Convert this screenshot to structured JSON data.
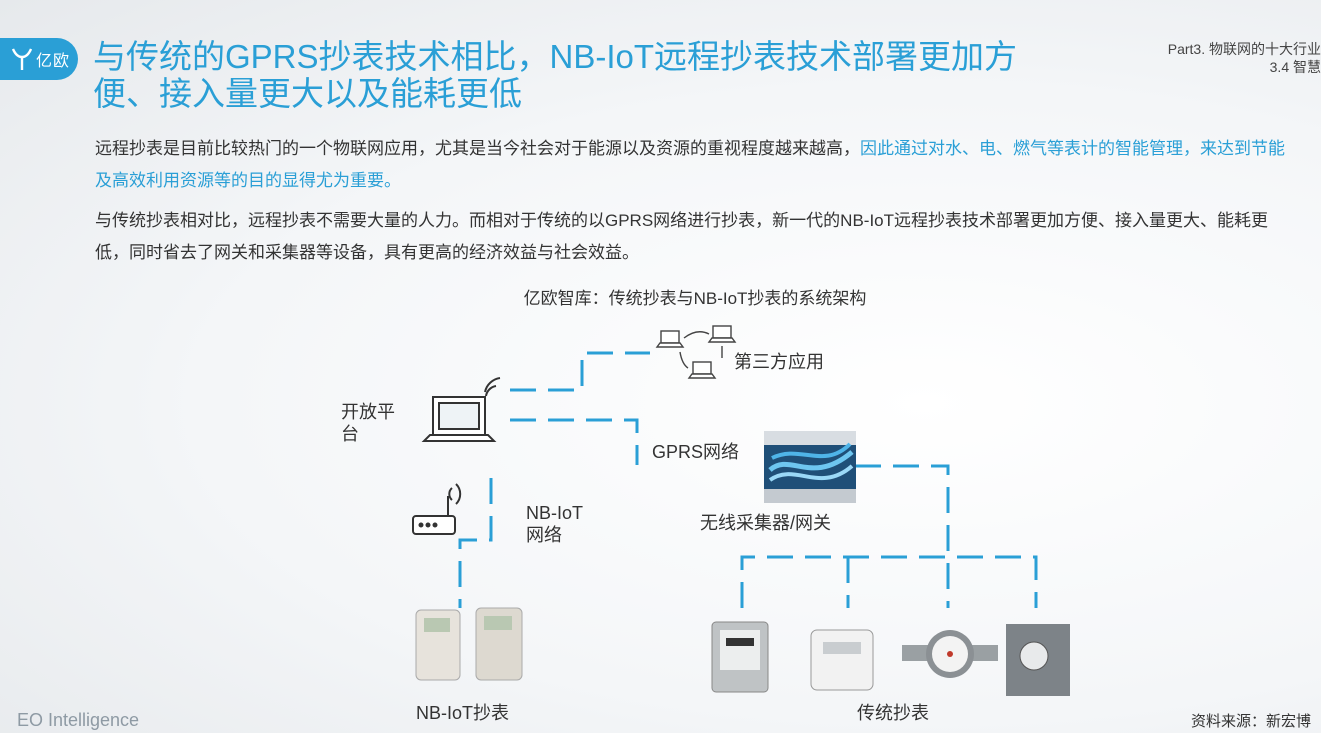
{
  "header": {
    "logo_text": "亿欧",
    "title": "与传统的GPRS抄表技术相比，NB-IoT远程抄表技术部署更加方便、接入量更大以及能耗更低",
    "section_line1": "Part3. 物联网的十大行业",
    "section_line2": "3.4 智慧"
  },
  "body": {
    "para1_normal": "远程抄表是目前比较热门的一个物联网应用，尤其是当今社会对于能源以及资源的重视程度越来越高，",
    "para1_highlight": "因此通过对水、电、燃气等表计的智能管理，来达到节能及高效利用资源等的目的显得尤为重要。",
    "para2": "与传统抄表相对比，远程抄表不需要大量的人力。而相对于传统的以GPRS网络进行抄表，新一代的NB-IoT远程抄表技术部署更加方便、接入量更大、能耗更低，同时省去了网关和采集器等设备，具有更高的经济效益与社会效益。"
  },
  "diagram": {
    "title": "亿欧智库：传统抄表与NB-IoT抄表的系统架构",
    "third_party_label": "第三方应用",
    "platform_label": "开放平台",
    "gprs_label": "GPRS网络",
    "nbiot_network_label": "NB-IoT网络",
    "gateway_label": "无线采集器/网关",
    "nbiot_meter_label": "NB-IoT抄表",
    "traditional_meter_label": "传统抄表",
    "line_color": "#2a9fd6"
  },
  "footer": {
    "brand": "EO Intelligence",
    "source": "资料来源：新宏博"
  }
}
